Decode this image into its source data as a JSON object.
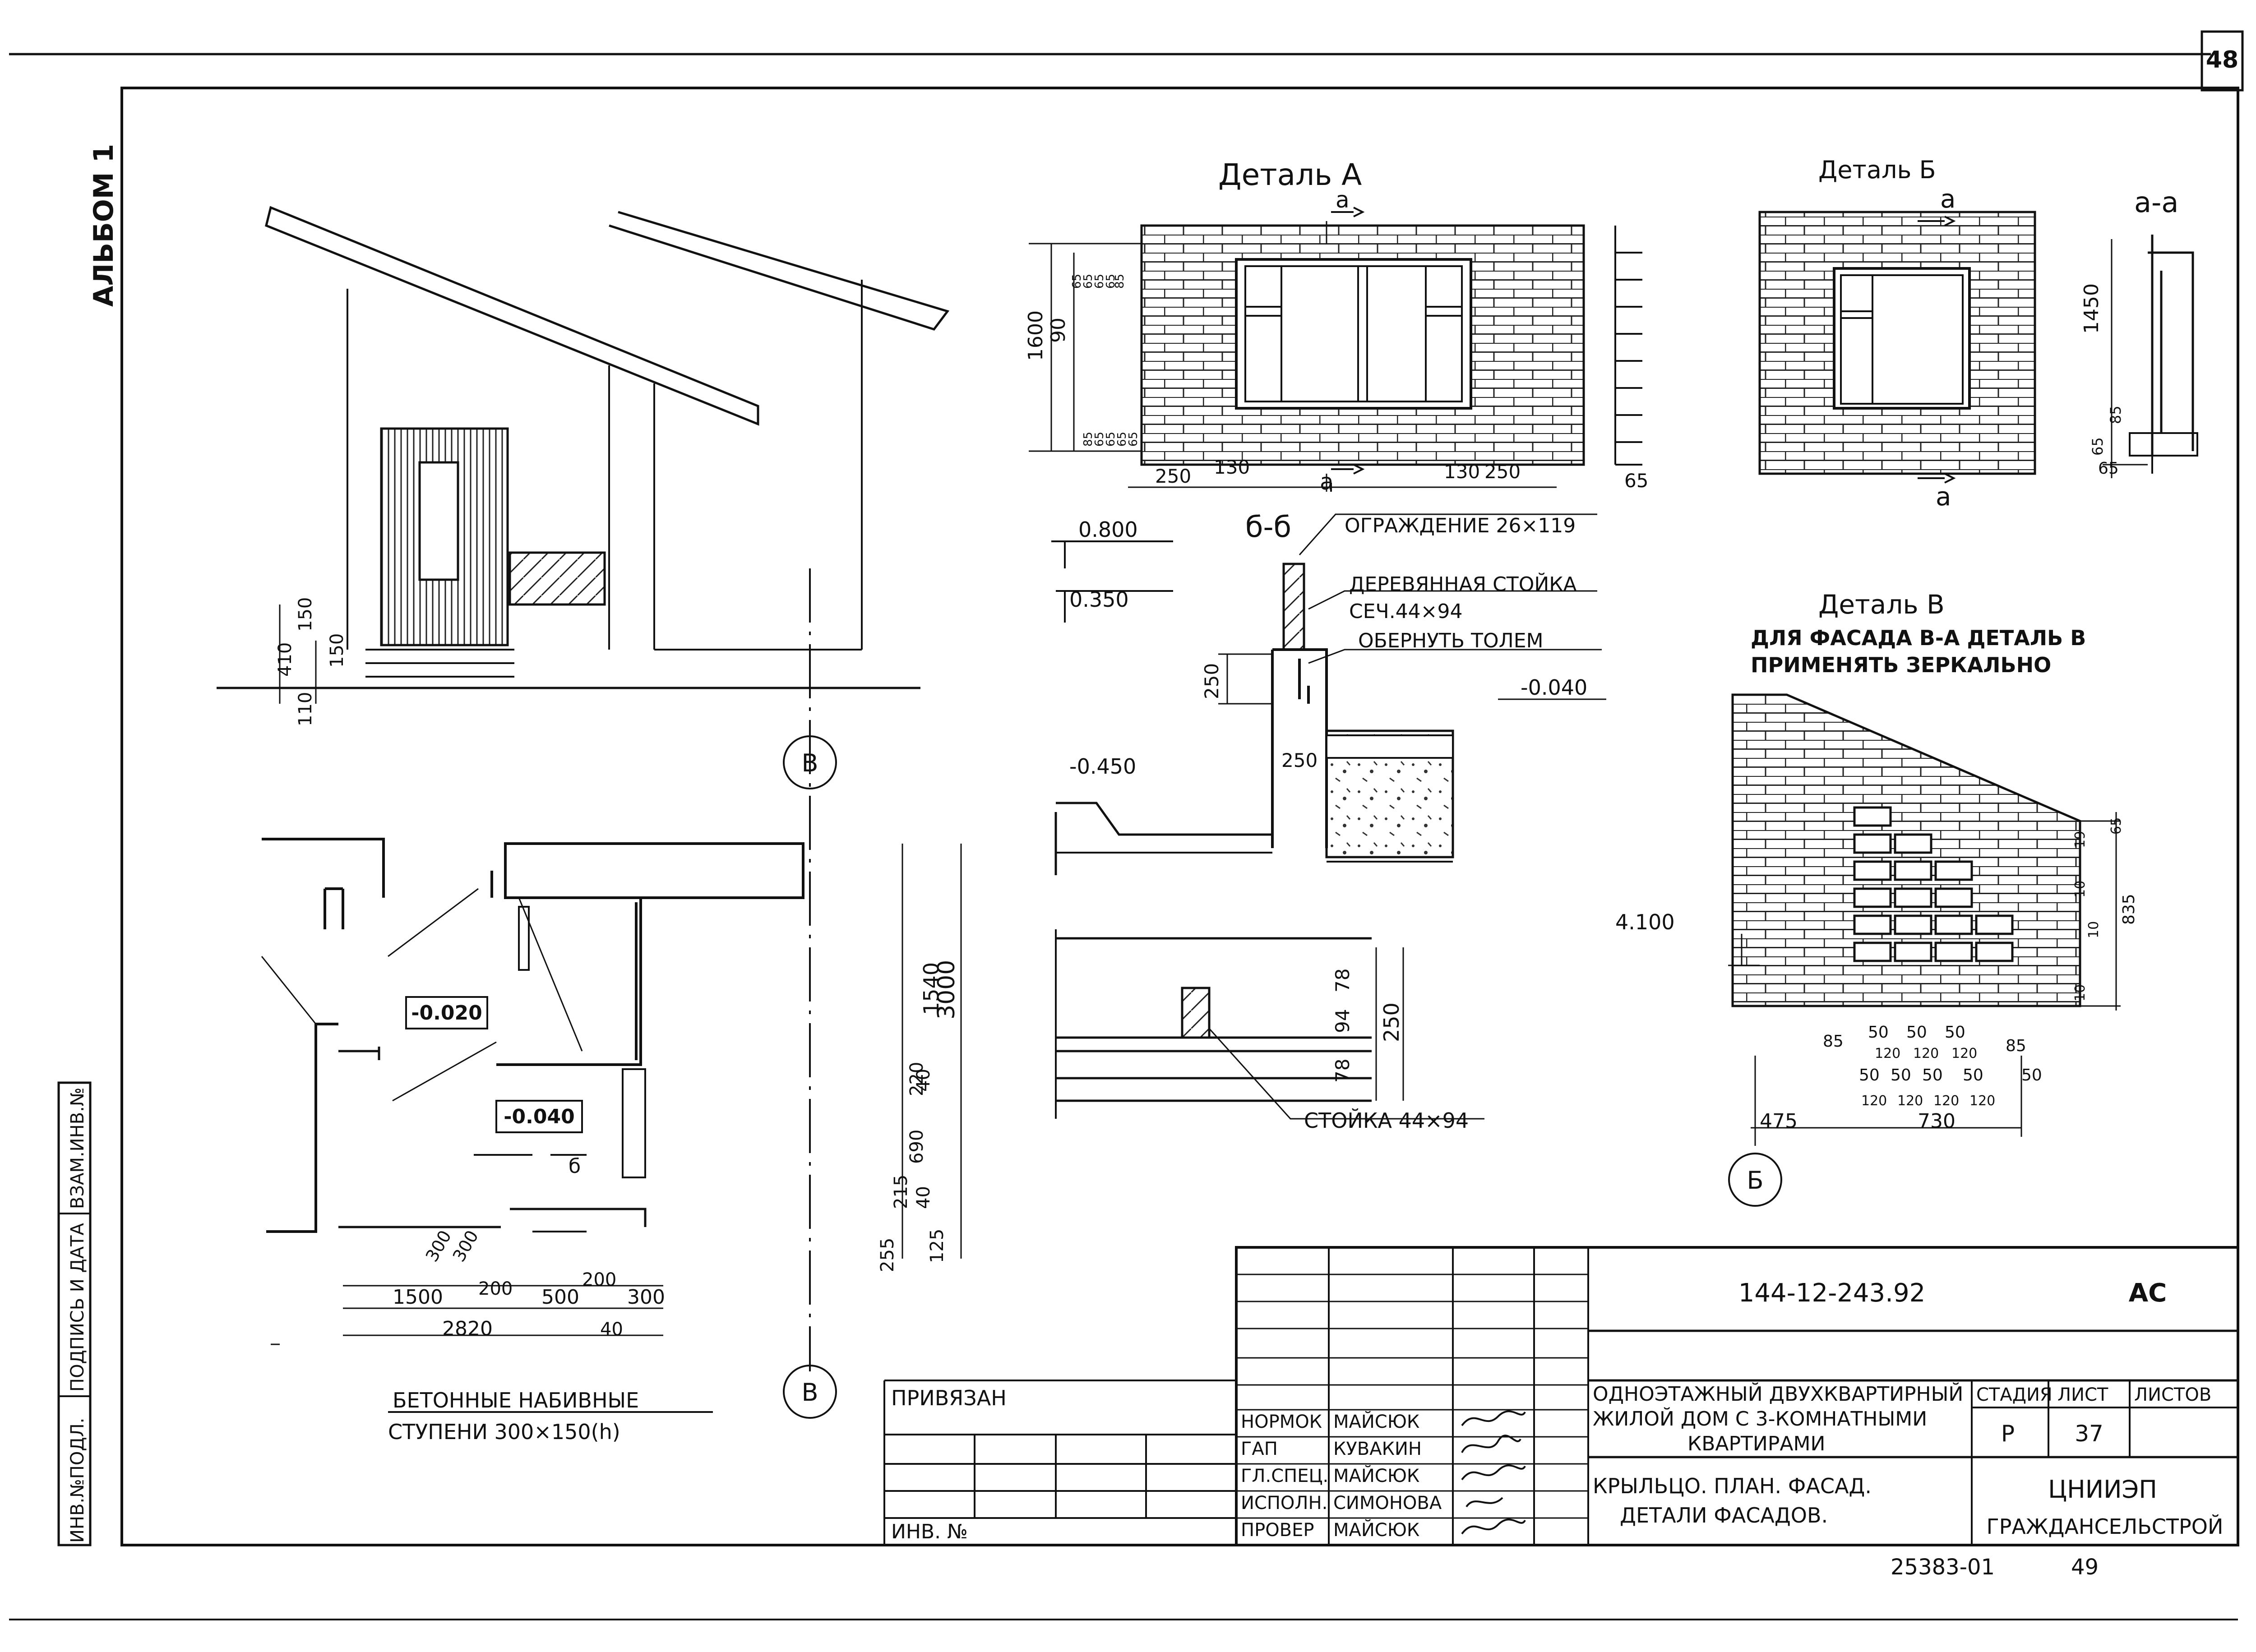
{
  "sheet_number": "48",
  "album_label": "АЛЬБОМ 1",
  "left_strip": {
    "inv_podl": "ИНВ.№ПОДЛ.",
    "podpis_data": "ПОДПИСЬ И ДАТА",
    "vzam_inv": "ВЗАМ.ИНВ.№"
  },
  "facade": {
    "dims": [
      "410",
      "150",
      "150",
      "110"
    ],
    "grid_axis": "В"
  },
  "plan": {
    "grid_axis": "В",
    "level_1": "-0.020",
    "level_2": "-0.040",
    "section_mark": "б",
    "dims_right": [
      "1540",
      "3000",
      "220",
      "40",
      "690",
      "215",
      "40",
      "255",
      "125"
    ],
    "dims_bottom": [
      "1500",
      "200",
      "500",
      "200",
      "300",
      "2820",
      "40",
      "300",
      "300"
    ],
    "note_line1": "БЕТОННЫЕ НАБИВНЫЕ",
    "note_line2": "СТУПЕНИ 300×150(h)"
  },
  "detail_a": {
    "title": "Деталь А",
    "cut_mark": "а",
    "dims_left": [
      "1600",
      "90"
    ],
    "dims_bottom": [
      "250",
      "130",
      "130",
      "250"
    ],
    "dim_right": "65",
    "dims_small": [
      "85",
      "85",
      "65",
      "65",
      "65",
      "65",
      "65",
      "65",
      "65",
      "65"
    ]
  },
  "detail_b": {
    "title": "Деталь Б",
    "cut_mark": "а"
  },
  "section_aa": {
    "title": "а-а",
    "dims": [
      "1450",
      "65",
      "85",
      "65"
    ]
  },
  "section_bb": {
    "title": "б-б",
    "callout_railing": "ОГРАЖДЕНИЕ 26×119",
    "callout_post": "ДЕРЕВЯННАЯ СТОЙКА",
    "callout_post_section": "СЕЧ.44×94",
    "callout_wrap": "ОБЕРНУТЬ ТОЛЕМ",
    "levels": [
      "0.800",
      "0.350",
      "-0.040",
      "-0.450"
    ],
    "dims": [
      "250",
      "250"
    ]
  },
  "railing_elevation": {
    "dims": [
      "78",
      "94",
      "78",
      "250"
    ],
    "callout_post": "СТОЙКА 44×94"
  },
  "detail_v": {
    "title": "Деталь В",
    "note_line1": "ДЛЯ ФАСАДА В-А ДЕТАЛЬ В",
    "note_line2": "ПРИМЕНЯТЬ ЗЕРКАЛЬНО",
    "level": "4.100",
    "grid_axis": "Б",
    "dims_bottom_top": [
      "85",
      "50",
      "50",
      "50",
      "120",
      "120",
      "120",
      "85"
    ],
    "dims_bottom_mid": [
      "50",
      "50",
      "50",
      "50",
      "50"
    ],
    "dims_bottom_low": [
      "120",
      "120",
      "120",
      "120"
    ],
    "dims_total": [
      "475",
      "730"
    ],
    "dims_right": [
      "10",
      "10",
      "10",
      "19",
      "65",
      "835"
    ]
  },
  "title_block": {
    "code": "144-12-243.92",
    "mark": "АС",
    "privyazan": "ПРИВЯЗАН",
    "inv_n": "ИНВ. №",
    "roles": [
      "НОРМОК",
      "ГАП",
      "ГЛ.СПЕЦ.",
      "ИСПОЛН.",
      "ПРОВЕР"
    ],
    "names": [
      "МАЙСЮК",
      "КУВАКИН",
      "МАЙСЮК",
      "СИМОНОВА",
      "МАЙСЮК"
    ],
    "project_line1": "ОДНОЭТАЖНЫЙ ДВУХКВАРТИРНЫЙ",
    "project_line2": "ЖИЛОЙ ДОМ С 3-КОМНАТНЫМИ",
    "project_line3": "КВАРТИРАМИ",
    "sheet_title1": "КРЫЛЬЦО. ПЛАН. ФАСАД.",
    "sheet_title2": "ДЕТАЛИ ФАСАДОВ.",
    "stage_header": "СТАДИЯ",
    "sheet_header": "ЛИСТ",
    "sheets_header": "ЛИСТОВ",
    "stage": "Р",
    "sheet": "37",
    "org1": "ЦНИИЭП",
    "org2": "ГРАЖДАНСЕЛЬСТРОЙ"
  },
  "footer": {
    "archive_no": "25383-01",
    "page_no": "49"
  }
}
